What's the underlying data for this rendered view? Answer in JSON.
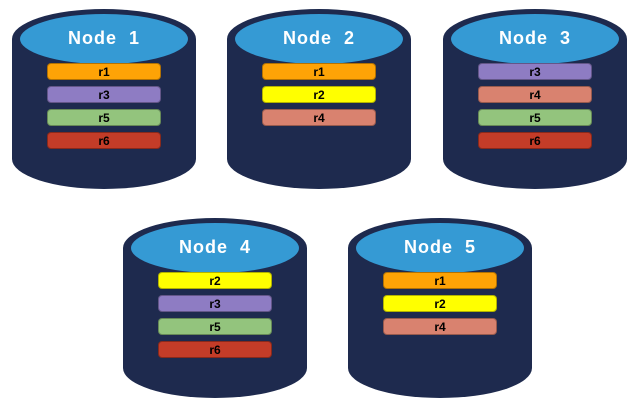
{
  "diagram": {
    "description": "Five database nodes with distributed replicas",
    "colors": {
      "cylinder_body": "#1E2A4E",
      "cylinder_top": "#359AD4",
      "title_text": "#FFFFFF",
      "bar_text": "#000000",
      "background": "#FFFFFF"
    },
    "replica_colors": {
      "r1": "#FEA306",
      "r2": "#FFFF00",
      "r3": "#8E7CC3",
      "r4": "#D9826F",
      "r5": "#93C47D",
      "r6": "#C43C28"
    },
    "nodes": [
      {
        "label": "Node  1",
        "replicas": [
          "r1",
          "r3",
          "r5",
          "r6"
        ]
      },
      {
        "label": "Node  2",
        "replicas": [
          "r1",
          "r2",
          "r4"
        ]
      },
      {
        "label": "Node  3",
        "replicas": [
          "r3",
          "r4",
          "r5",
          "r6"
        ]
      },
      {
        "label": "Node  4",
        "replicas": [
          "r2",
          "r3",
          "r5",
          "r6"
        ]
      },
      {
        "label": "Node  5",
        "replicas": [
          "r1",
          "r2",
          "r4"
        ]
      }
    ]
  }
}
